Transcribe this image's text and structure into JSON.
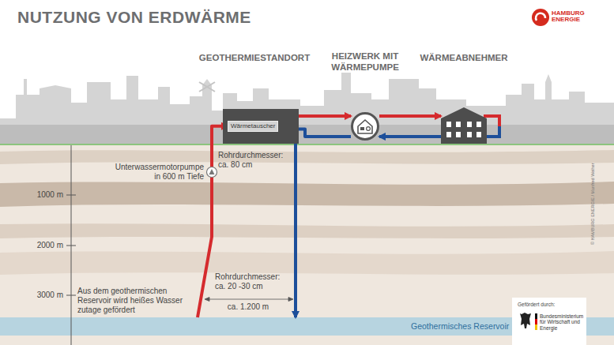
{
  "diagram": {
    "title": "NUTZUNG VON ERDWÄRME",
    "nodes": [
      {
        "text": [
          "GEOTHERMIESTANDORT"
        ]
      },
      {
        "text": [
          "Wärmetauscher"
        ],
        "in": 0
      },
      {
        "text": [
          "HEIZWERK MIT WÄRMEPUMPE"
        ]
      },
      {
        "text": [
          "WÄRMEABNEHMER"
        ]
      },
      {
        "text": [
          "Geothermisches Reservoir"
        ]
      }
    ],
    "edges": [
      {
        "from": 4,
        "to": 1,
        "arrow": "to"
      },
      {
        "from": 1,
        "to": 2,
        "arrow": "to"
      },
      {
        "from": 2,
        "to": 3,
        "arrow": "to"
      },
      {
        "from": 3,
        "to": 2,
        "arrow": "to"
      },
      {
        "from": 2,
        "to": 1,
        "arrow": "to"
      },
      {
        "from": 1,
        "to": 4,
        "arrow": "to"
      }
    ],
    "labels": [
      "HAMBURG ENERGIE",
      "Rohrdurchmesser: ca. 80 cm",
      "Unterwassermotorpumpe in 600 m Tiefe",
      "1000 m",
      "2000 m",
      "3000 m",
      "Rohrdurchmesser: ca. 20 -30 cm",
      "Aus dem geothermischen Reservoir wird heißes Wasser zutage gefördert",
      "ca. 1.200 m",
      "© HAMBURG ENERGIE / Manfred Weiher",
      "Gefördert durch:",
      "Bundesministerium für Wirtschaft und Energie"
    ]
  }
}
